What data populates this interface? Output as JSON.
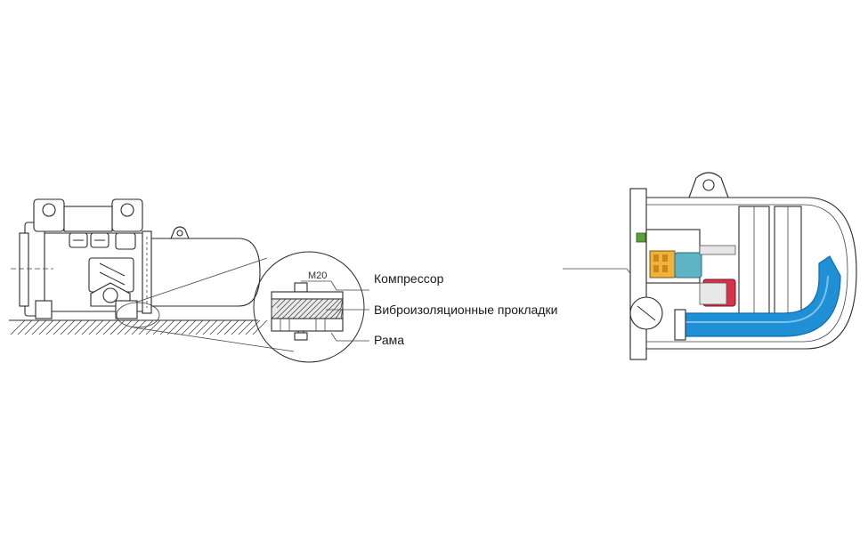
{
  "callout": {
    "bolt_label": "M20",
    "labels": [
      {
        "id": "compressor",
        "text": "Компрессор"
      },
      {
        "id": "pads",
        "text": "Виброизоляционные прокладки"
      },
      {
        "id": "frame",
        "text": "Рама"
      }
    ]
  },
  "colors": {
    "pipe": "#1f8fd6",
    "pipe_dark": "#0f6fb0",
    "oil_block": "#f2b13a",
    "teal_part": "#5fb4c4",
    "red_part": "#d8324a",
    "green_part": "#5a9f3a"
  }
}
